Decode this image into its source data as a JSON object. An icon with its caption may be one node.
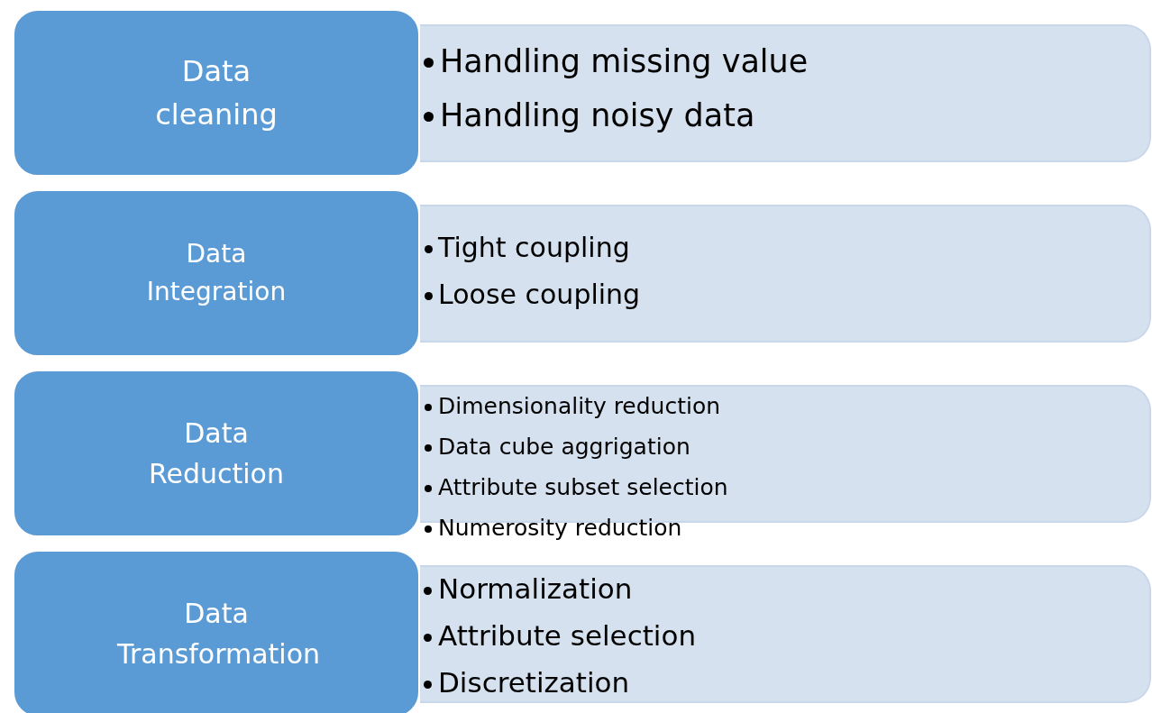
{
  "diagram": {
    "nodes": [
      {
        "text": [
          "Data cleaning"
        ]
      },
      {
        "text": [
          "Handling missing value",
          "Handling noisy data"
        ]
      },
      {
        "text": [
          "Data Integration"
        ]
      },
      {
        "text": [
          "Tight coupling",
          "Loose coupling"
        ]
      },
      {
        "text": [
          "Data Reduction"
        ]
      },
      {
        "text": [
          "Dimensionality reduction",
          "Data cube aggrigation",
          "Attribute subset selection",
          "Numerosity reduction"
        ]
      },
      {
        "text": [
          "Data Transformation"
        ]
      },
      {
        "text": [
          "Normalization",
          "Attribute selection",
          "Discretization"
        ]
      }
    ]
  }
}
